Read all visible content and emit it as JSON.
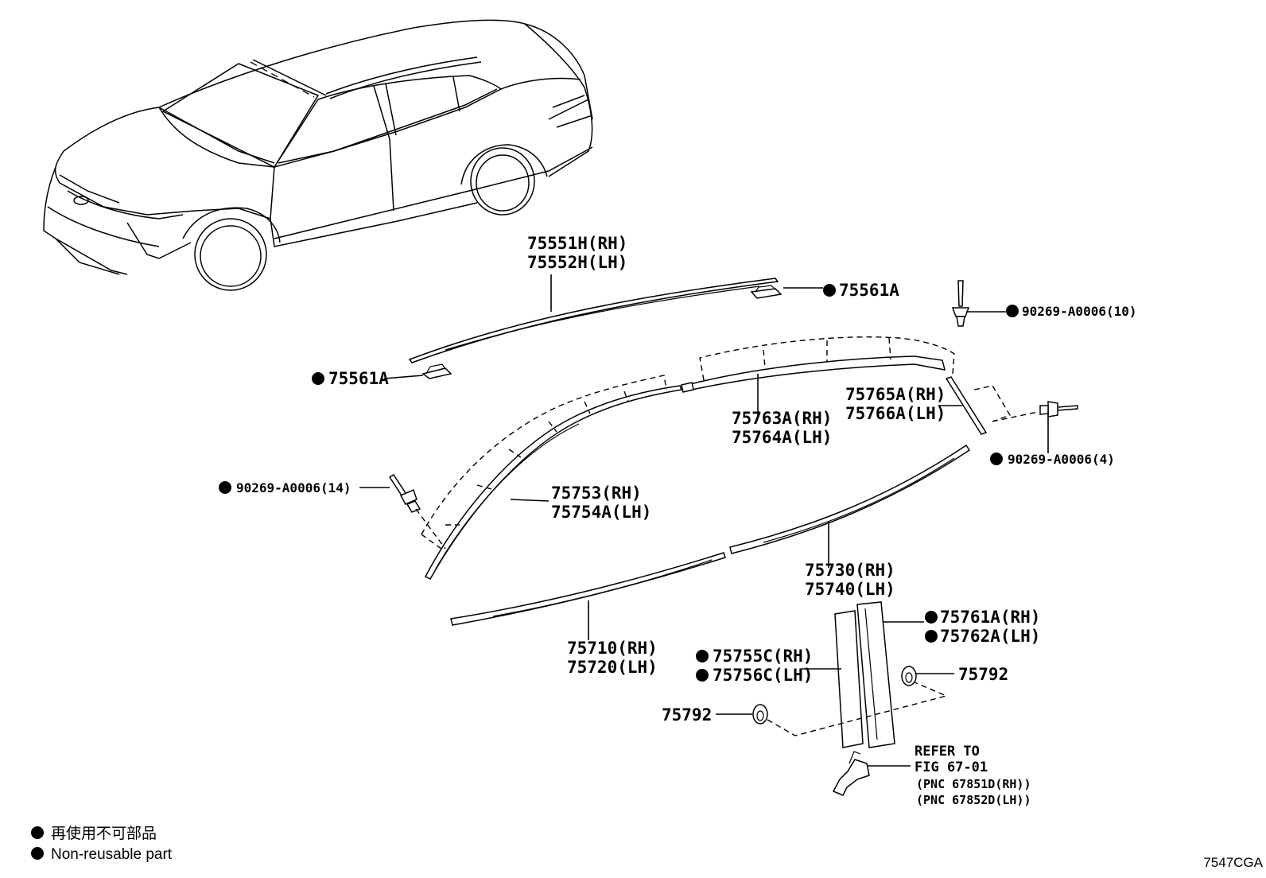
{
  "labels": {
    "l_75551": "75551H(RH)",
    "l_75552": "75552H(LH)",
    "l_75561_right": "75561A",
    "l_75561_left": "75561A",
    "l_90269_10": "90269-A0006(10)",
    "l_90269_14": "90269-A0006(14)",
    "l_90269_4": "90269-A0006(4)",
    "l_75765": "75765A(RH)",
    "l_75766": "75766A(LH)",
    "l_75763": "75763A(RH)",
    "l_75764": "75764A(LH)",
    "l_75753": "75753(RH)",
    "l_75754": "75754A(LH)",
    "l_75730": "75730(RH)",
    "l_75740": "75740(LH)",
    "l_75761": "75761A(RH)",
    "l_75762": "75762A(LH)",
    "l_75710": "75710(RH)",
    "l_75720": "75720(LH)",
    "l_75755": "75755C(RH)",
    "l_75756": "75756C(LH)",
    "l_75792_right": "75792",
    "l_75792_left": "75792"
  },
  "reference": {
    "line1": "REFER TO",
    "line2": "FIG 67-01",
    "line3": "(PNC 67851D(RH))",
    "line4": "(PNC 67852D(LH))"
  },
  "legend": {
    "japanese": "再使用不可部品",
    "english": "Non-reusable part"
  },
  "figure_code": "7547CGA"
}
